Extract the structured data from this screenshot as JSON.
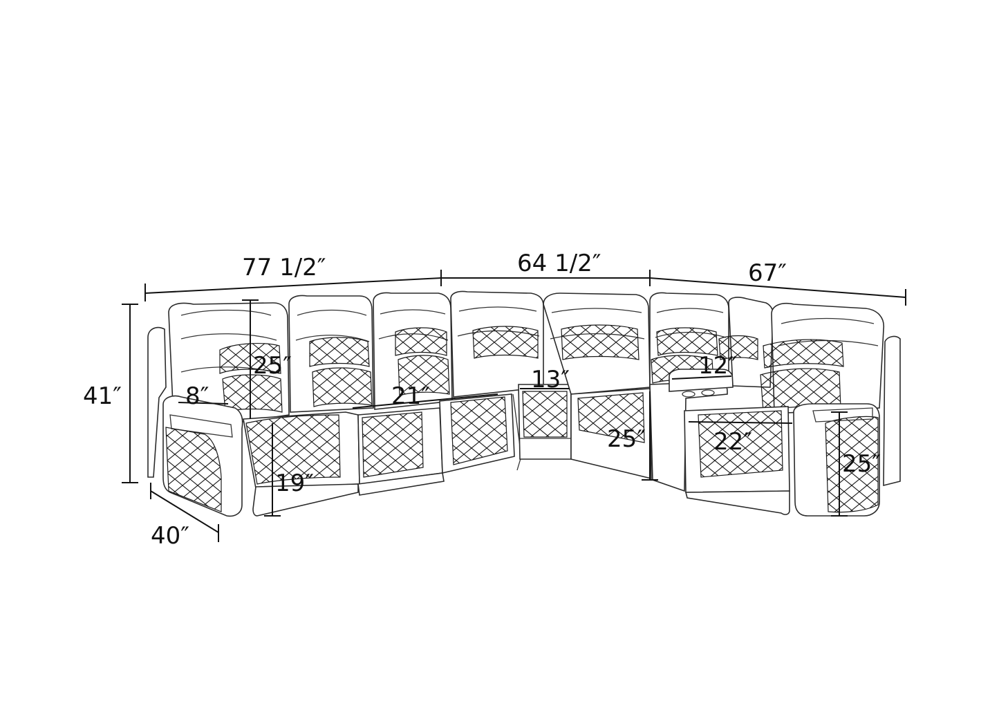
{
  "diagram": {
    "subject": "sectional-sofa-dimensions",
    "colors": {
      "line": "#111111",
      "background": "#ffffff"
    },
    "dimensions": {
      "top_left_width": "77 1/2″",
      "top_mid_width": "64 1/2″",
      "top_right_width": "67″",
      "overall_height": "41″",
      "depth": "40″",
      "arm_width": "8″",
      "back_height": "25″",
      "seat_width_left": "21″",
      "seat_height": "19″",
      "corner_width": "13″",
      "console_width": "12″",
      "console_height": "25″",
      "seat_width_right": "22″",
      "arm_height_right": "25″"
    }
  }
}
